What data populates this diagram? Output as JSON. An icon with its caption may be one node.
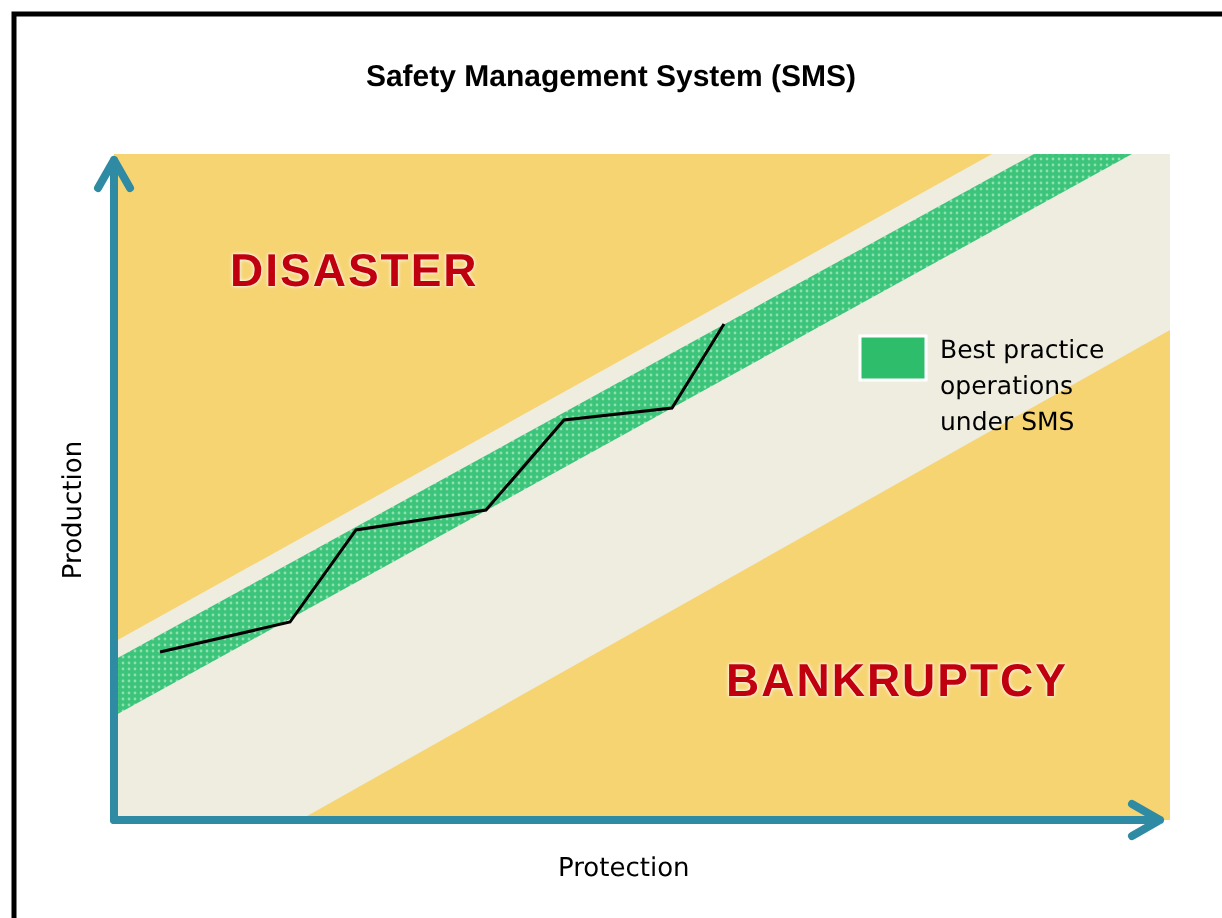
{
  "diagram": {
    "title": "Safety Management System (SMS)",
    "labels": [
      "DISASTER",
      "Production",
      "BANKRUPTCY",
      "Protection"
    ],
    "legend": [
      {
        "text": "Best practice operations under SMS",
        "color": "#2ebd6b"
      }
    ]
  }
}
